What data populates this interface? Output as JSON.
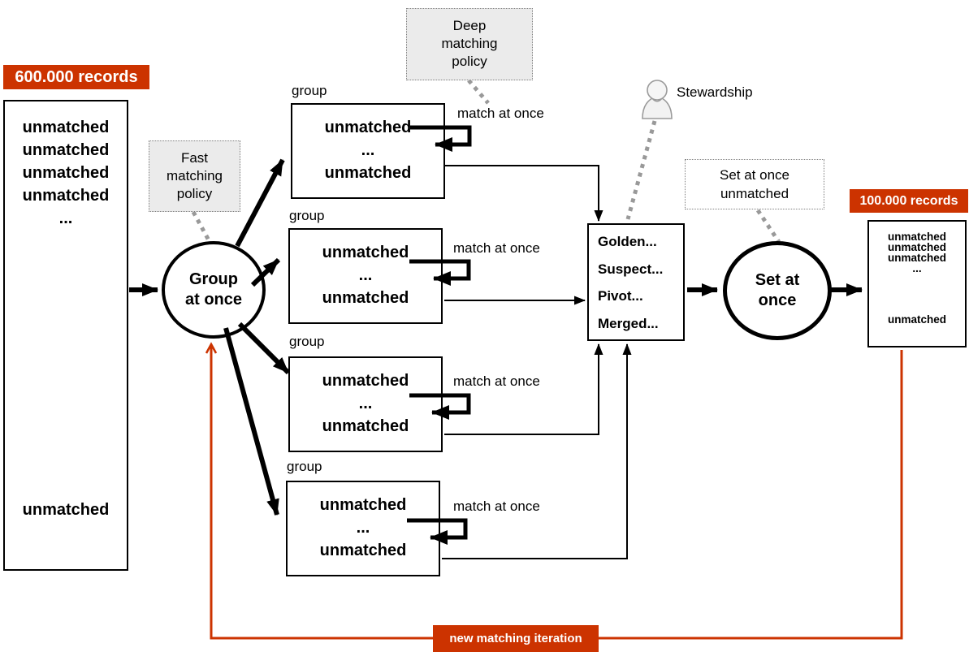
{
  "colors": {
    "accent": "#cc3300",
    "policy_bg": "#ebebeb",
    "connector_gray": "#999999"
  },
  "source": {
    "banner": "600.000 records",
    "rows": "unmatched\nunmatched\nunmatched\nunmatched\n...",
    "bottom_row": "unmatched"
  },
  "fast_policy": {
    "label": "Fast\nmatching\npolicy"
  },
  "deep_policy": {
    "label": "Deep\nmatching\npolicy"
  },
  "group_at_once": {
    "label": "Group\nat once"
  },
  "groups": [
    {
      "title": "group",
      "rows": "unmatched\n...\nunmatched",
      "loop_label": "match at once"
    },
    {
      "title": "group",
      "rows": "unmatched\n...\nunmatched",
      "loop_label": "match at once"
    },
    {
      "title": "group",
      "rows": "unmatched\n...\nunmatched",
      "loop_label": "match at once"
    },
    {
      "title": "group",
      "rows": "unmatched\n...\nunmatched",
      "loop_label": "match at once"
    }
  ],
  "master_records": {
    "rows": "Golden...\nSuspect...\nPivot...\nMerged..."
  },
  "stewardship": {
    "label": "Stewardship"
  },
  "set_policy": {
    "label": "Set at once\nunmatched"
  },
  "set_at_once": {
    "label": "Set at\nonce"
  },
  "result": {
    "banner": "100.000 records",
    "rows": "unmatched\nunmatched\nunmatched\n...",
    "bottom_row": "unmatched"
  },
  "iteration": {
    "label": "new matching iteration"
  }
}
